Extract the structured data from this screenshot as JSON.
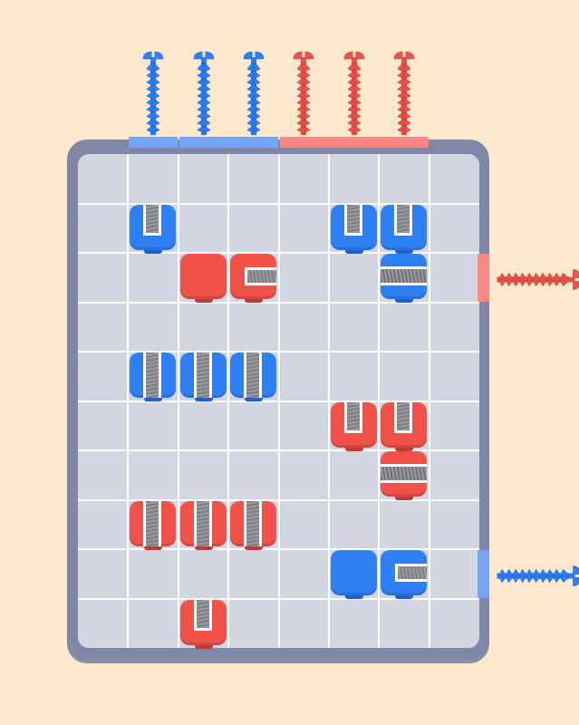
{
  "game": {
    "grid": {
      "columns": 8,
      "rows": 10
    },
    "colors": {
      "blue": "#2f80f5",
      "blue_dark": "#1f5fd0",
      "red": "#f0524a",
      "red_dark": "#c23a34",
      "frame": "#7f86a6",
      "cell": "#d2d6e0",
      "background": "#fce8cc",
      "gate_blue": "#74a4f8",
      "gate_red": "#fb8682"
    },
    "top_screws": [
      {
        "color": "blue",
        "column": 1
      },
      {
        "color": "blue",
        "column": 2
      },
      {
        "color": "blue",
        "column": 3
      },
      {
        "color": "red",
        "column": 4
      },
      {
        "color": "red",
        "column": 5
      },
      {
        "color": "red",
        "column": 6
      }
    ],
    "top_gates": [
      {
        "color": "blue",
        "from_column": 1,
        "to_column": 1
      },
      {
        "color": "blue",
        "from_column": 2,
        "to_column": 3
      },
      {
        "color": "red",
        "from_column": 4,
        "to_column": 6
      }
    ],
    "side_screws": [
      {
        "color": "red",
        "row": 2,
        "side": "right"
      },
      {
        "color": "blue",
        "row": 8,
        "side": "right"
      }
    ],
    "pieces": [
      {
        "color": "blue",
        "col": 1,
        "row": 1,
        "slot": "top"
      },
      {
        "color": "blue",
        "col": 5,
        "row": 1,
        "slot": "top"
      },
      {
        "color": "blue",
        "col": 6,
        "row": 1,
        "slot": "top"
      },
      {
        "color": "red",
        "col": 2,
        "row": 2,
        "slot": "none"
      },
      {
        "color": "red",
        "col": 3,
        "row": 2,
        "slot": "right"
      },
      {
        "color": "blue",
        "col": 6,
        "row": 2,
        "slot": "horizontal"
      },
      {
        "color": "blue",
        "col": 1,
        "row": 4,
        "slot": "vertical"
      },
      {
        "color": "blue",
        "col": 2,
        "row": 4,
        "slot": "vertical"
      },
      {
        "color": "blue",
        "col": 3,
        "row": 4,
        "slot": "vertical"
      },
      {
        "color": "red",
        "col": 5,
        "row": 5,
        "slot": "top"
      },
      {
        "color": "red",
        "col": 6,
        "row": 5,
        "slot": "top"
      },
      {
        "color": "red",
        "col": 6,
        "row": 6,
        "slot": "horizontal"
      },
      {
        "color": "red",
        "col": 1,
        "row": 7,
        "slot": "vertical"
      },
      {
        "color": "red",
        "col": 2,
        "row": 7,
        "slot": "vertical"
      },
      {
        "color": "red",
        "col": 3,
        "row": 7,
        "slot": "vertical"
      },
      {
        "color": "blue",
        "col": 5,
        "row": 8,
        "slot": "none"
      },
      {
        "color": "blue",
        "col": 6,
        "row": 8,
        "slot": "right"
      },
      {
        "color": "red",
        "col": 2,
        "row": 9,
        "slot": "top"
      }
    ]
  }
}
